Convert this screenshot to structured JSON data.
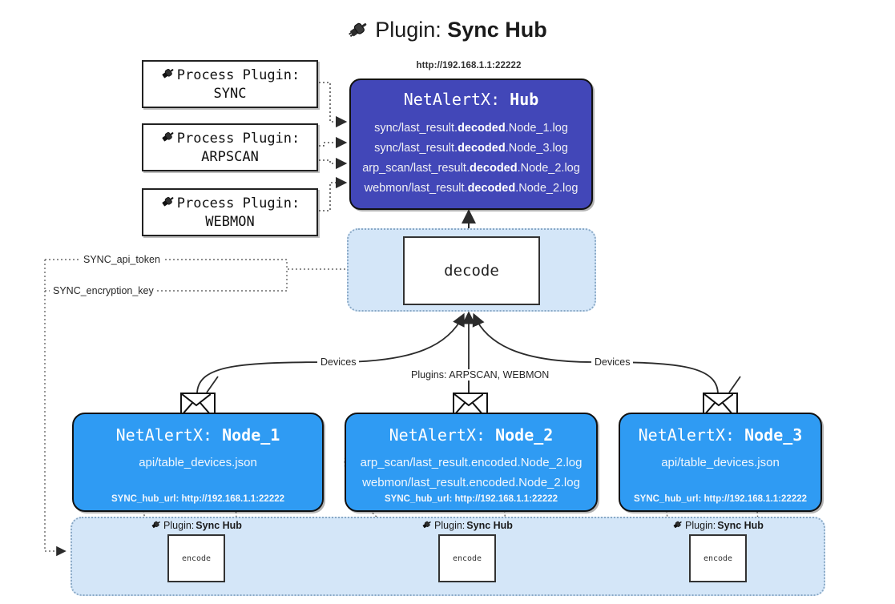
{
  "title": {
    "icon": "plug-icon",
    "prefix": "Plugin: ",
    "name": "Sync Hub"
  },
  "process_plugins": [
    {
      "icon": "plug-icon",
      "label": "Process Plugin:",
      "name": "SYNC"
    },
    {
      "icon": "plug-icon",
      "label": "Process Plugin:",
      "name": "ARPSCAN"
    },
    {
      "icon": "plug-icon",
      "label": "Process Plugin:",
      "name": "WEBMON"
    }
  ],
  "hub": {
    "url": "http://192.168.1.1:22222",
    "title_prefix": "NetAlertX: ",
    "title_name": "Hub",
    "color": "#4247b8",
    "logs": [
      {
        "pre": "sync/last_result.",
        "mid": "decoded",
        "post": ".Node_1.log"
      },
      {
        "pre": "sync/last_result.",
        "mid": "decoded",
        "post": ".Node_3.log"
      },
      {
        "pre": "arp_scan/last_result.",
        "mid": "decoded",
        "post": ".Node_2.log"
      },
      {
        "pre": "webmon/last_result.",
        "mid": "decoded",
        "post": ".Node_2.log"
      }
    ]
  },
  "decode": {
    "label": "decode",
    "container_color": "#d4e6f8"
  },
  "edge_labels": {
    "devices_left": "Devices",
    "devices_right": "Devices",
    "plugins_center": "Plugins: ARPSCAN, WEBMON",
    "api_token": "SYNC_api_token",
    "encryption_key": "SYNC_encryption_key"
  },
  "nodes": [
    {
      "icon": "envelope-icon",
      "title_prefix": "NetAlertX: ",
      "title_name": "Node_1",
      "lines": [
        "api/table_devices.json"
      ],
      "footer": "SYNC_hub_url: http://192.168.1.1:22222",
      "color": "#2f9bf3"
    },
    {
      "icon": "envelope-icon",
      "title_prefix": "NetAlertX: ",
      "title_name": "Node_2",
      "lines": [
        "arp_scan/last_result.encoded.Node_2.log",
        "webmon/last_result.encoded.Node_2.log"
      ],
      "footer": "SYNC_hub_url: http://192.168.1.1:22222",
      "color": "#2f9bf3"
    },
    {
      "icon": "envelope-icon",
      "title_prefix": "NetAlertX: ",
      "title_name": "Node_3",
      "lines": [
        "api/table_devices.json"
      ],
      "footer": "SYNC_hub_url: http://192.168.1.1:22222",
      "color": "#2f9bf3"
    }
  ],
  "encoders": [
    {
      "icon": "plug-icon",
      "label_prefix": "Plugin: ",
      "label_name": "Sync Hub",
      "box": "encode"
    },
    {
      "icon": "plug-icon",
      "label_prefix": "Plugin: ",
      "label_name": "Sync Hub",
      "box": "encode"
    },
    {
      "icon": "plug-icon",
      "label_prefix": "Plugin: ",
      "label_name": "Sync Hub",
      "box": "encode"
    }
  ]
}
